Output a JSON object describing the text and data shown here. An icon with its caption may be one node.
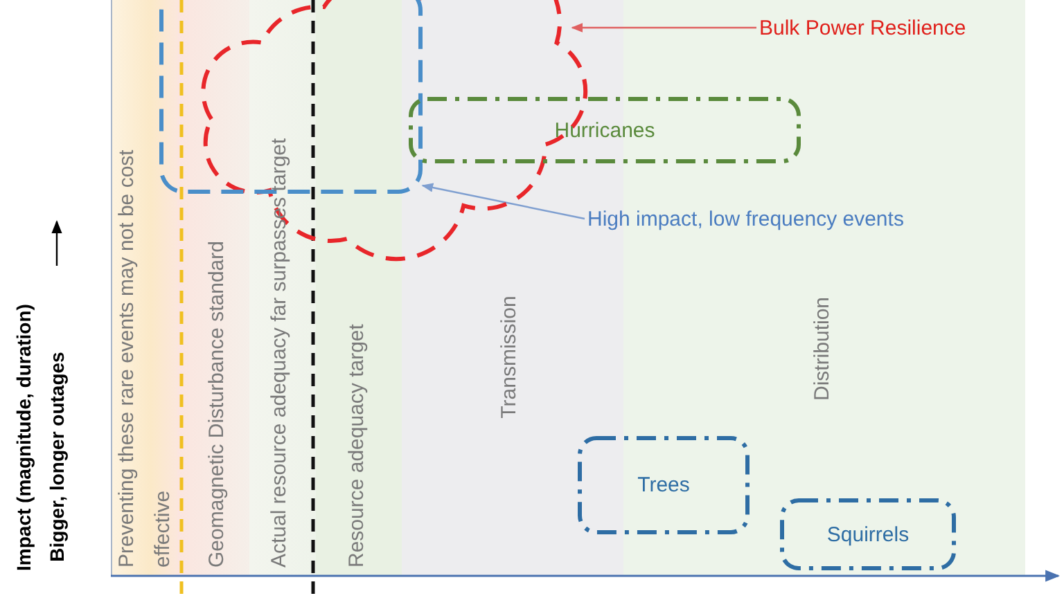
{
  "diagram": {
    "nodes": [
      {
        "text": [
          "Bulk Power Resilience"
        ]
      },
      {
        "text": [],
        "shape": "cloud"
      },
      {
        "text": [
          "High impact, low frequency events"
        ]
      },
      {
        "text": [],
        "shape": "box"
      },
      {
        "text": [
          "Hurricanes"
        ]
      },
      {
        "text": [
          "Trees"
        ]
      },
      {
        "text": [
          "Squirrels"
        ]
      }
    ],
    "edges": [
      {
        "from": 0,
        "to": 1,
        "arrow": "to",
        "color": "#e06060"
      },
      {
        "from": 2,
        "to": 3,
        "arrow": "to",
        "color": "#7f9fd0"
      }
    ],
    "labels": [
      "Impact (magnitude, duration)",
      "Bigger, longer outages",
      "Preventing these rare events may not be cost effective",
      "Geomagnetic Disturbance standard",
      "Actual resource adequacy far surpasses target",
      "Resource adequacy target",
      "Transmission",
      "Distribution"
    ]
  }
}
